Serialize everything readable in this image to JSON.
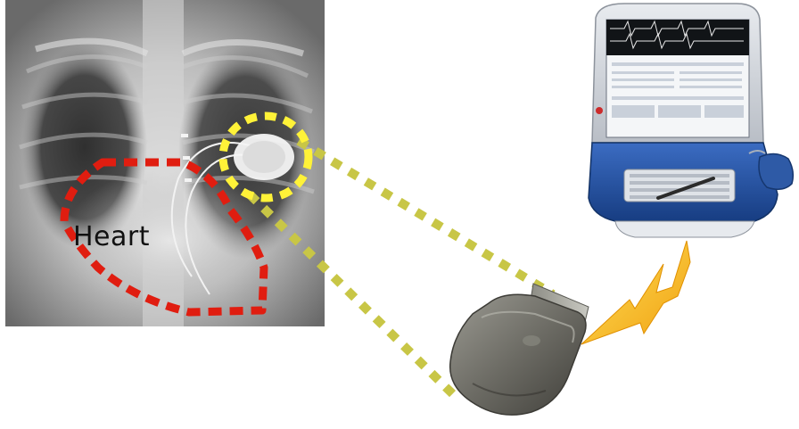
{
  "diagram": {
    "heart_label": "Heart",
    "colors": {
      "heart_outline": "#e01d10",
      "device_outline": "#fff238",
      "connector_dots": "#c8c646",
      "lightning": "#f5b21e",
      "xray_dark": "#2a2a2a",
      "xray_light": "#d9d9d9",
      "programmer_body": "#d3d8df",
      "programmer_blue": "#1f4f9e",
      "pacemaker_body": "#6e6d66"
    },
    "components": [
      "chest-xray",
      "heart-outline",
      "implanted-device-outline",
      "pacemaker-device",
      "programmer-laptop",
      "wireless-link"
    ]
  }
}
